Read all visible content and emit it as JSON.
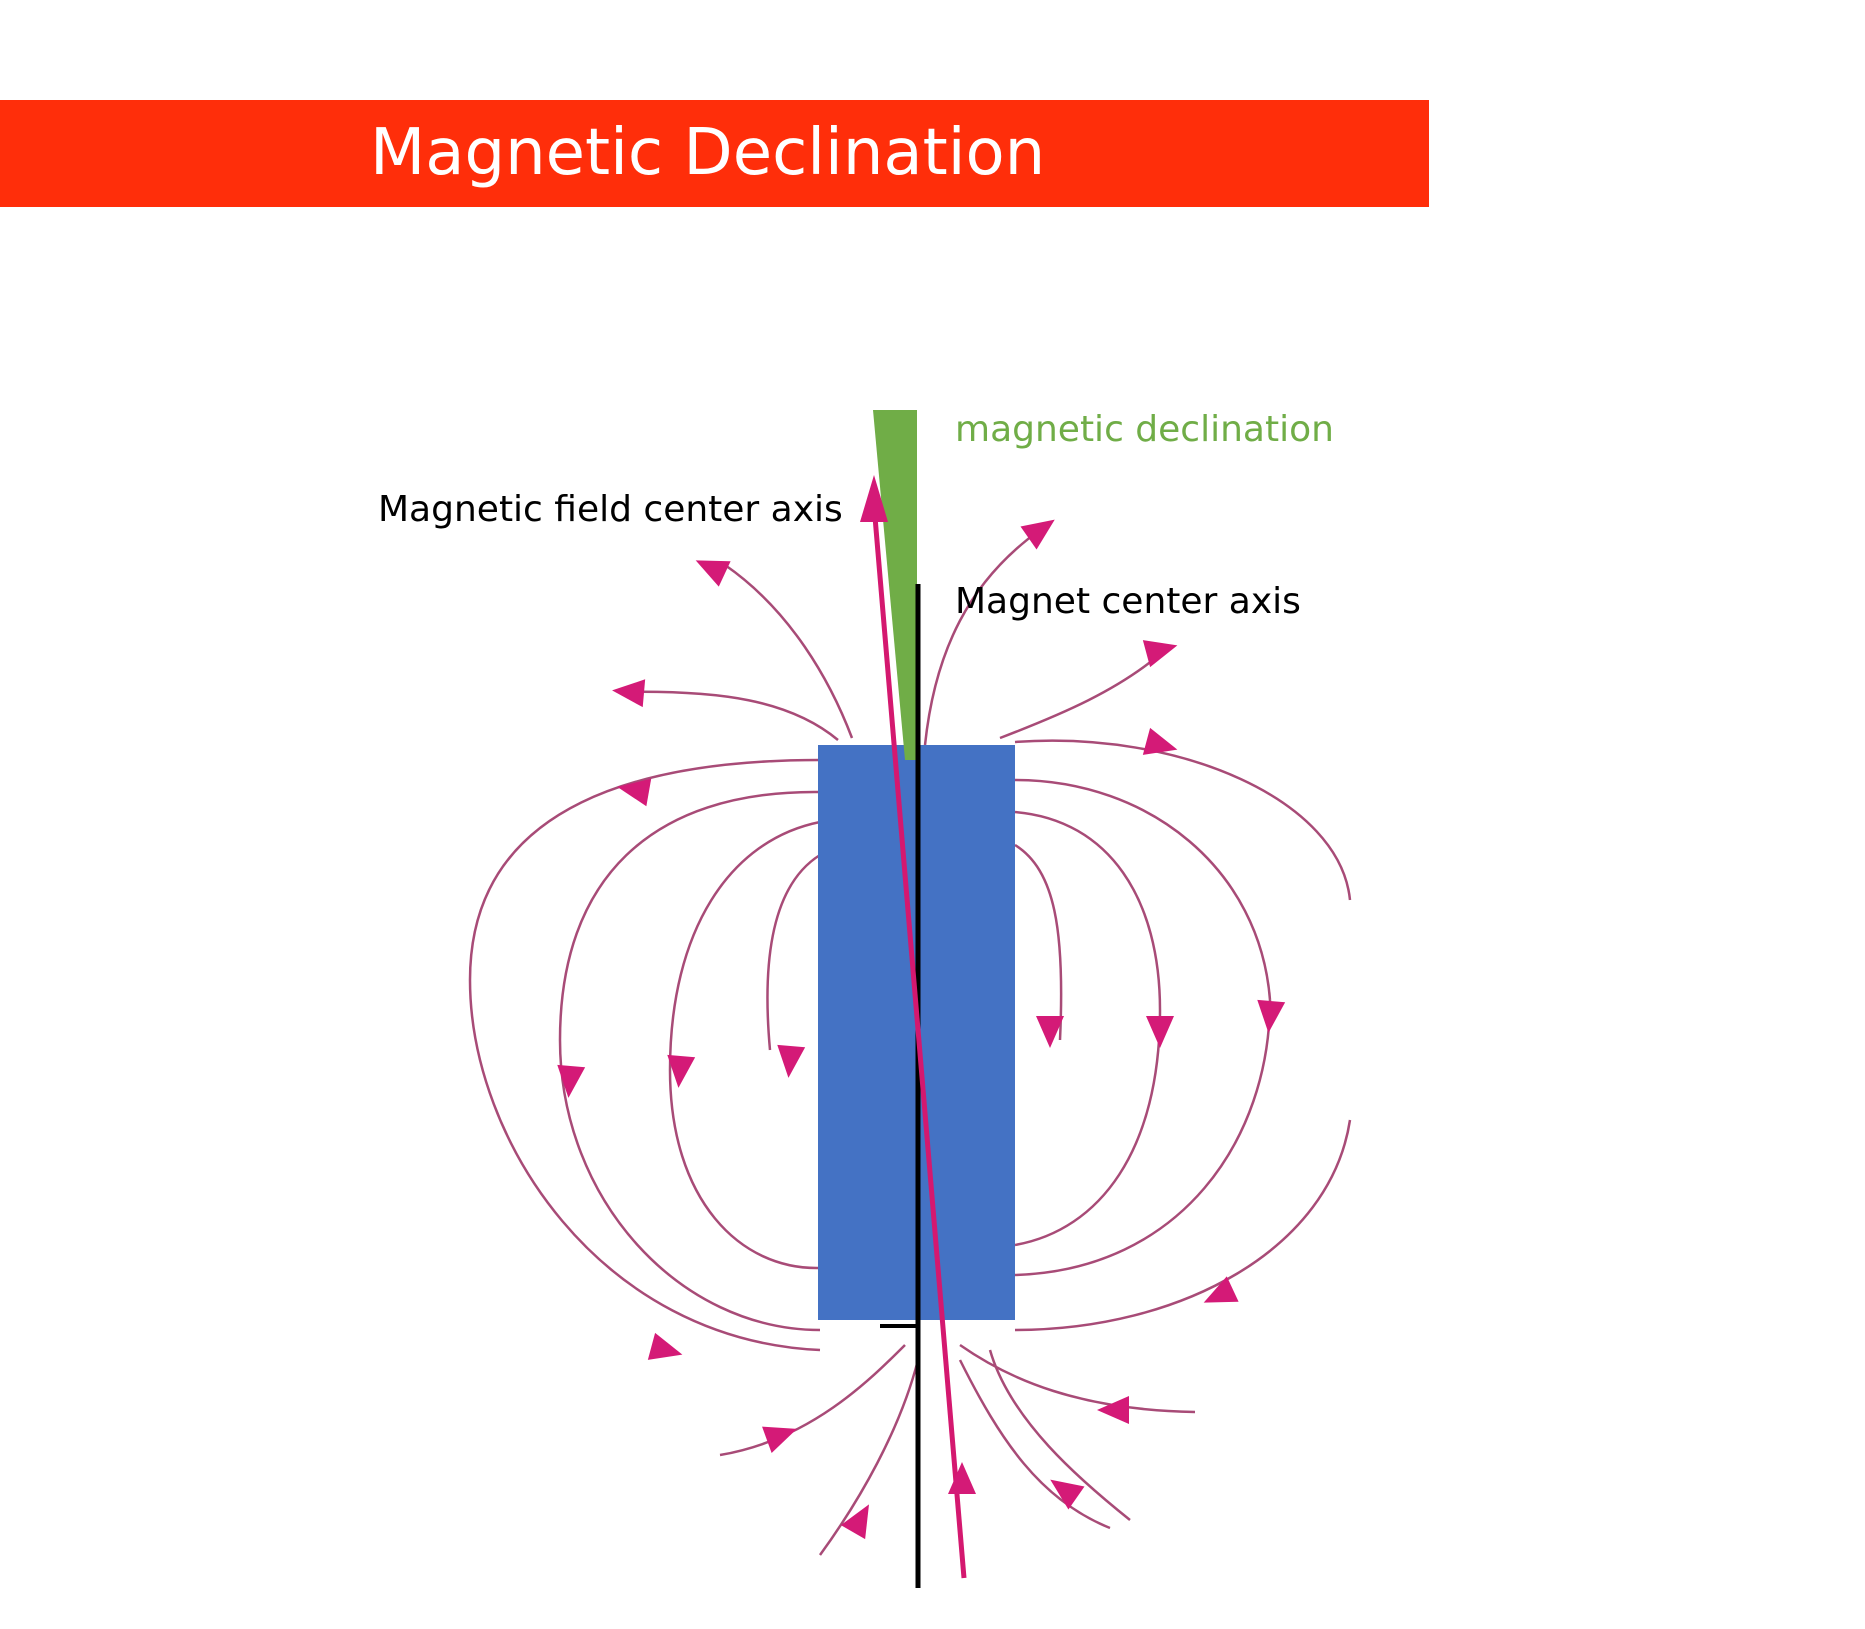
{
  "title": "Magnetic Declination",
  "labels": {
    "declination": "magnetic declination",
    "field_axis": "Magnetic field center axis",
    "magnet_axis": "Magnet center axis"
  },
  "colors": {
    "banner": "#ff2e0a",
    "title_text": "#ffffff",
    "magnet": "#4472c4",
    "field_line": "#a84b77",
    "arrow": "#d41a77",
    "field_axis": "#d4186f",
    "declination_wedge": "#70ad47",
    "declination_label": "#70ad47",
    "label_text": "#000000"
  },
  "icons": {
    "field_arrows": "arrowhead-triangle-icon"
  }
}
